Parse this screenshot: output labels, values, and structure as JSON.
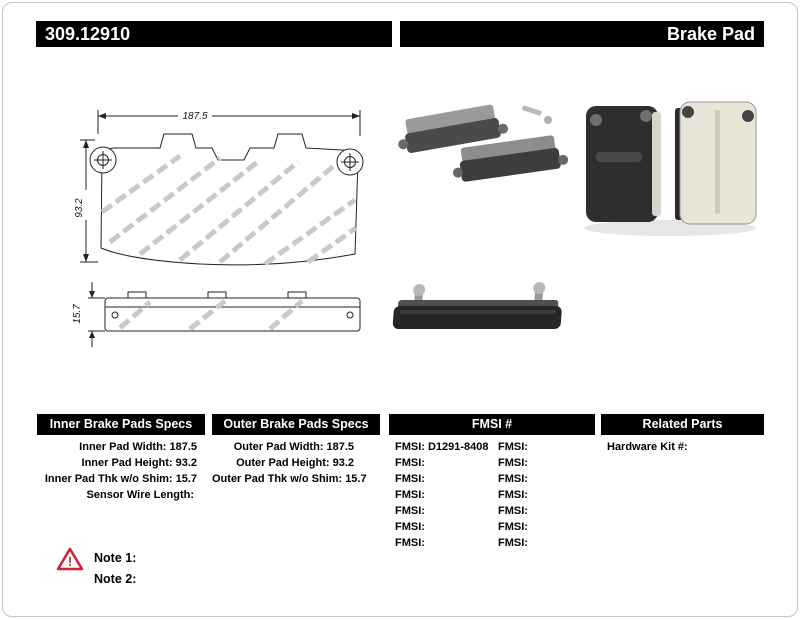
{
  "header": {
    "part_number": "309.12910",
    "product_name": "Brake Pad"
  },
  "drawing": {
    "width_dim": "187.5",
    "height_dim": "93.2",
    "thickness_dim": "15.7"
  },
  "inner_specs": {
    "header": "Inner Brake Pads Specs",
    "rows": [
      {
        "label": "Inner Pad Width:",
        "value": "187.5"
      },
      {
        "label": "Inner Pad Height:",
        "value": "93.2"
      },
      {
        "label": "Inner Pad Thk w/o Shim:",
        "value": "15.7"
      },
      {
        "label": "Sensor Wire Length:",
        "value": ""
      }
    ]
  },
  "outer_specs": {
    "header": "Outer Brake Pads Specs",
    "rows": [
      {
        "label": "Outer Pad Width:",
        "value": "187.5"
      },
      {
        "label": "Outer Pad Height:",
        "value": "93.2"
      },
      {
        "label": "Outer Pad Thk w/o Shim:",
        "value": "15.7"
      }
    ]
  },
  "fmsi": {
    "header": "FMSI #",
    "left_rows": [
      {
        "label": "FMSI:",
        "value": "D1291-8408"
      },
      {
        "label": "FMSI:",
        "value": ""
      },
      {
        "label": "FMSI:",
        "value": ""
      },
      {
        "label": "FMSI:",
        "value": ""
      },
      {
        "label": "FMSI:",
        "value": ""
      },
      {
        "label": "FMSI:",
        "value": ""
      },
      {
        "label": "FMSI:",
        "value": ""
      }
    ],
    "right_rows": [
      {
        "label": "FMSI:",
        "value": ""
      },
      {
        "label": "FMSI:",
        "value": ""
      },
      {
        "label": "FMSI:",
        "value": ""
      },
      {
        "label": "FMSI:",
        "value": ""
      },
      {
        "label": "FMSI:",
        "value": ""
      },
      {
        "label": "FMSI:",
        "value": ""
      },
      {
        "label": "FMSI:",
        "value": ""
      }
    ]
  },
  "related_parts": {
    "header": "Related Parts",
    "rows": [
      {
        "label": "Hardware Kit #:",
        "value": ""
      }
    ]
  },
  "notes": {
    "note1_label": "Note 1:",
    "note2_label": "Note 2:"
  },
  "colors": {
    "header_bg": "#000000",
    "warning_red": "#cf2030"
  }
}
